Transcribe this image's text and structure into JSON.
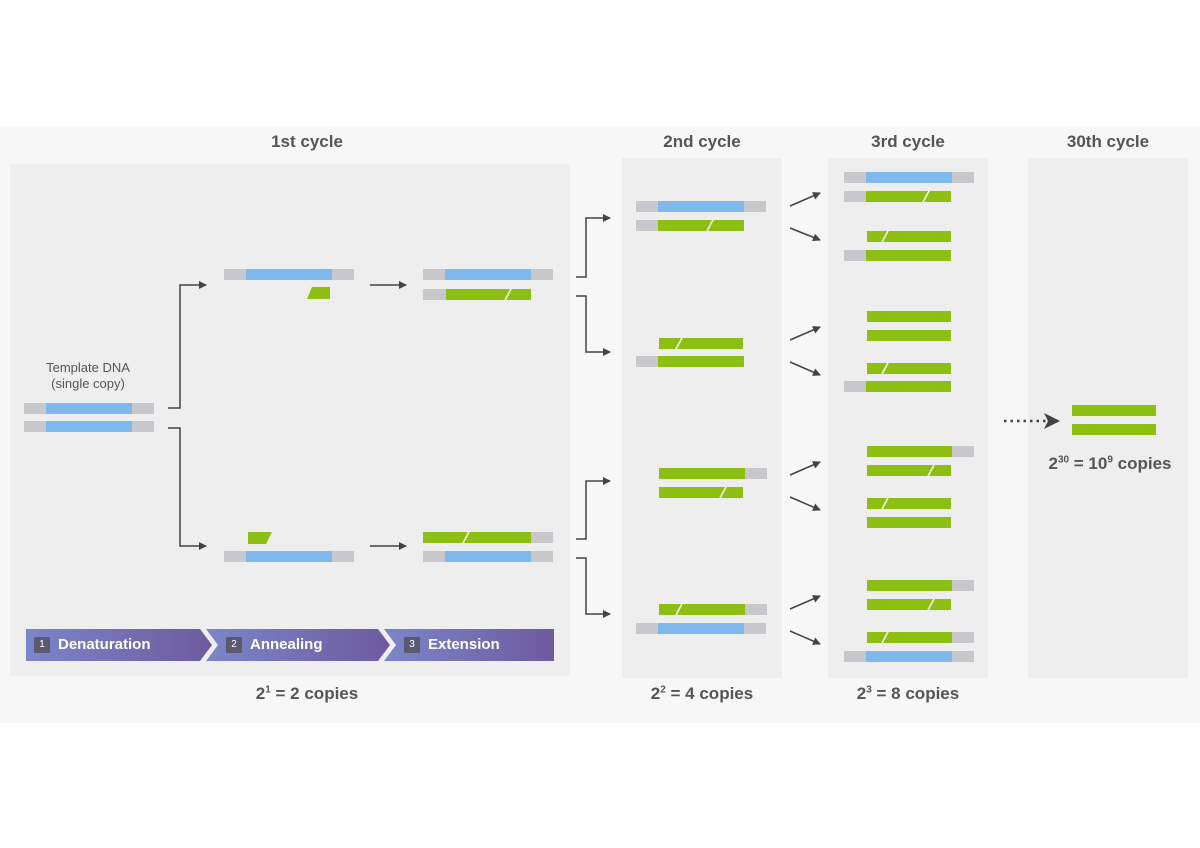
{
  "cycles": {
    "c1": {
      "title": "1st cycle",
      "copies_base": "2",
      "copies_exp": "1",
      "copies_rest": " = 2 copies"
    },
    "c2": {
      "title": "2nd cycle",
      "copies_base": "2",
      "copies_exp": "2",
      "copies_rest": " = 4 copies"
    },
    "c3": {
      "title": "3rd cycle",
      "copies_base": "2",
      "copies_exp": "3",
      "copies_rest": " = 8 copies"
    },
    "c30": {
      "title": "30th cycle",
      "copies_base": "2",
      "copies_exp": "30",
      "copies_mid": " = 10",
      "copies_exp2": "9",
      "copies_rest": " copies"
    }
  },
  "template": {
    "line1": "Template DNA",
    "line2": "(single copy)"
  },
  "steps": [
    {
      "num": "1",
      "label": "Denaturation"
    },
    {
      "num": "2",
      "label": "Annealing"
    },
    {
      "num": "3",
      "label": "Extension"
    }
  ],
  "colors": {
    "template_strand": "#7fb8ea",
    "new_strand": "#8dbf12",
    "flank": "#c8c8cc",
    "arrow": "#444444",
    "step_bar_start": "#7b86c8",
    "step_bar_end": "#6e5a9e"
  }
}
